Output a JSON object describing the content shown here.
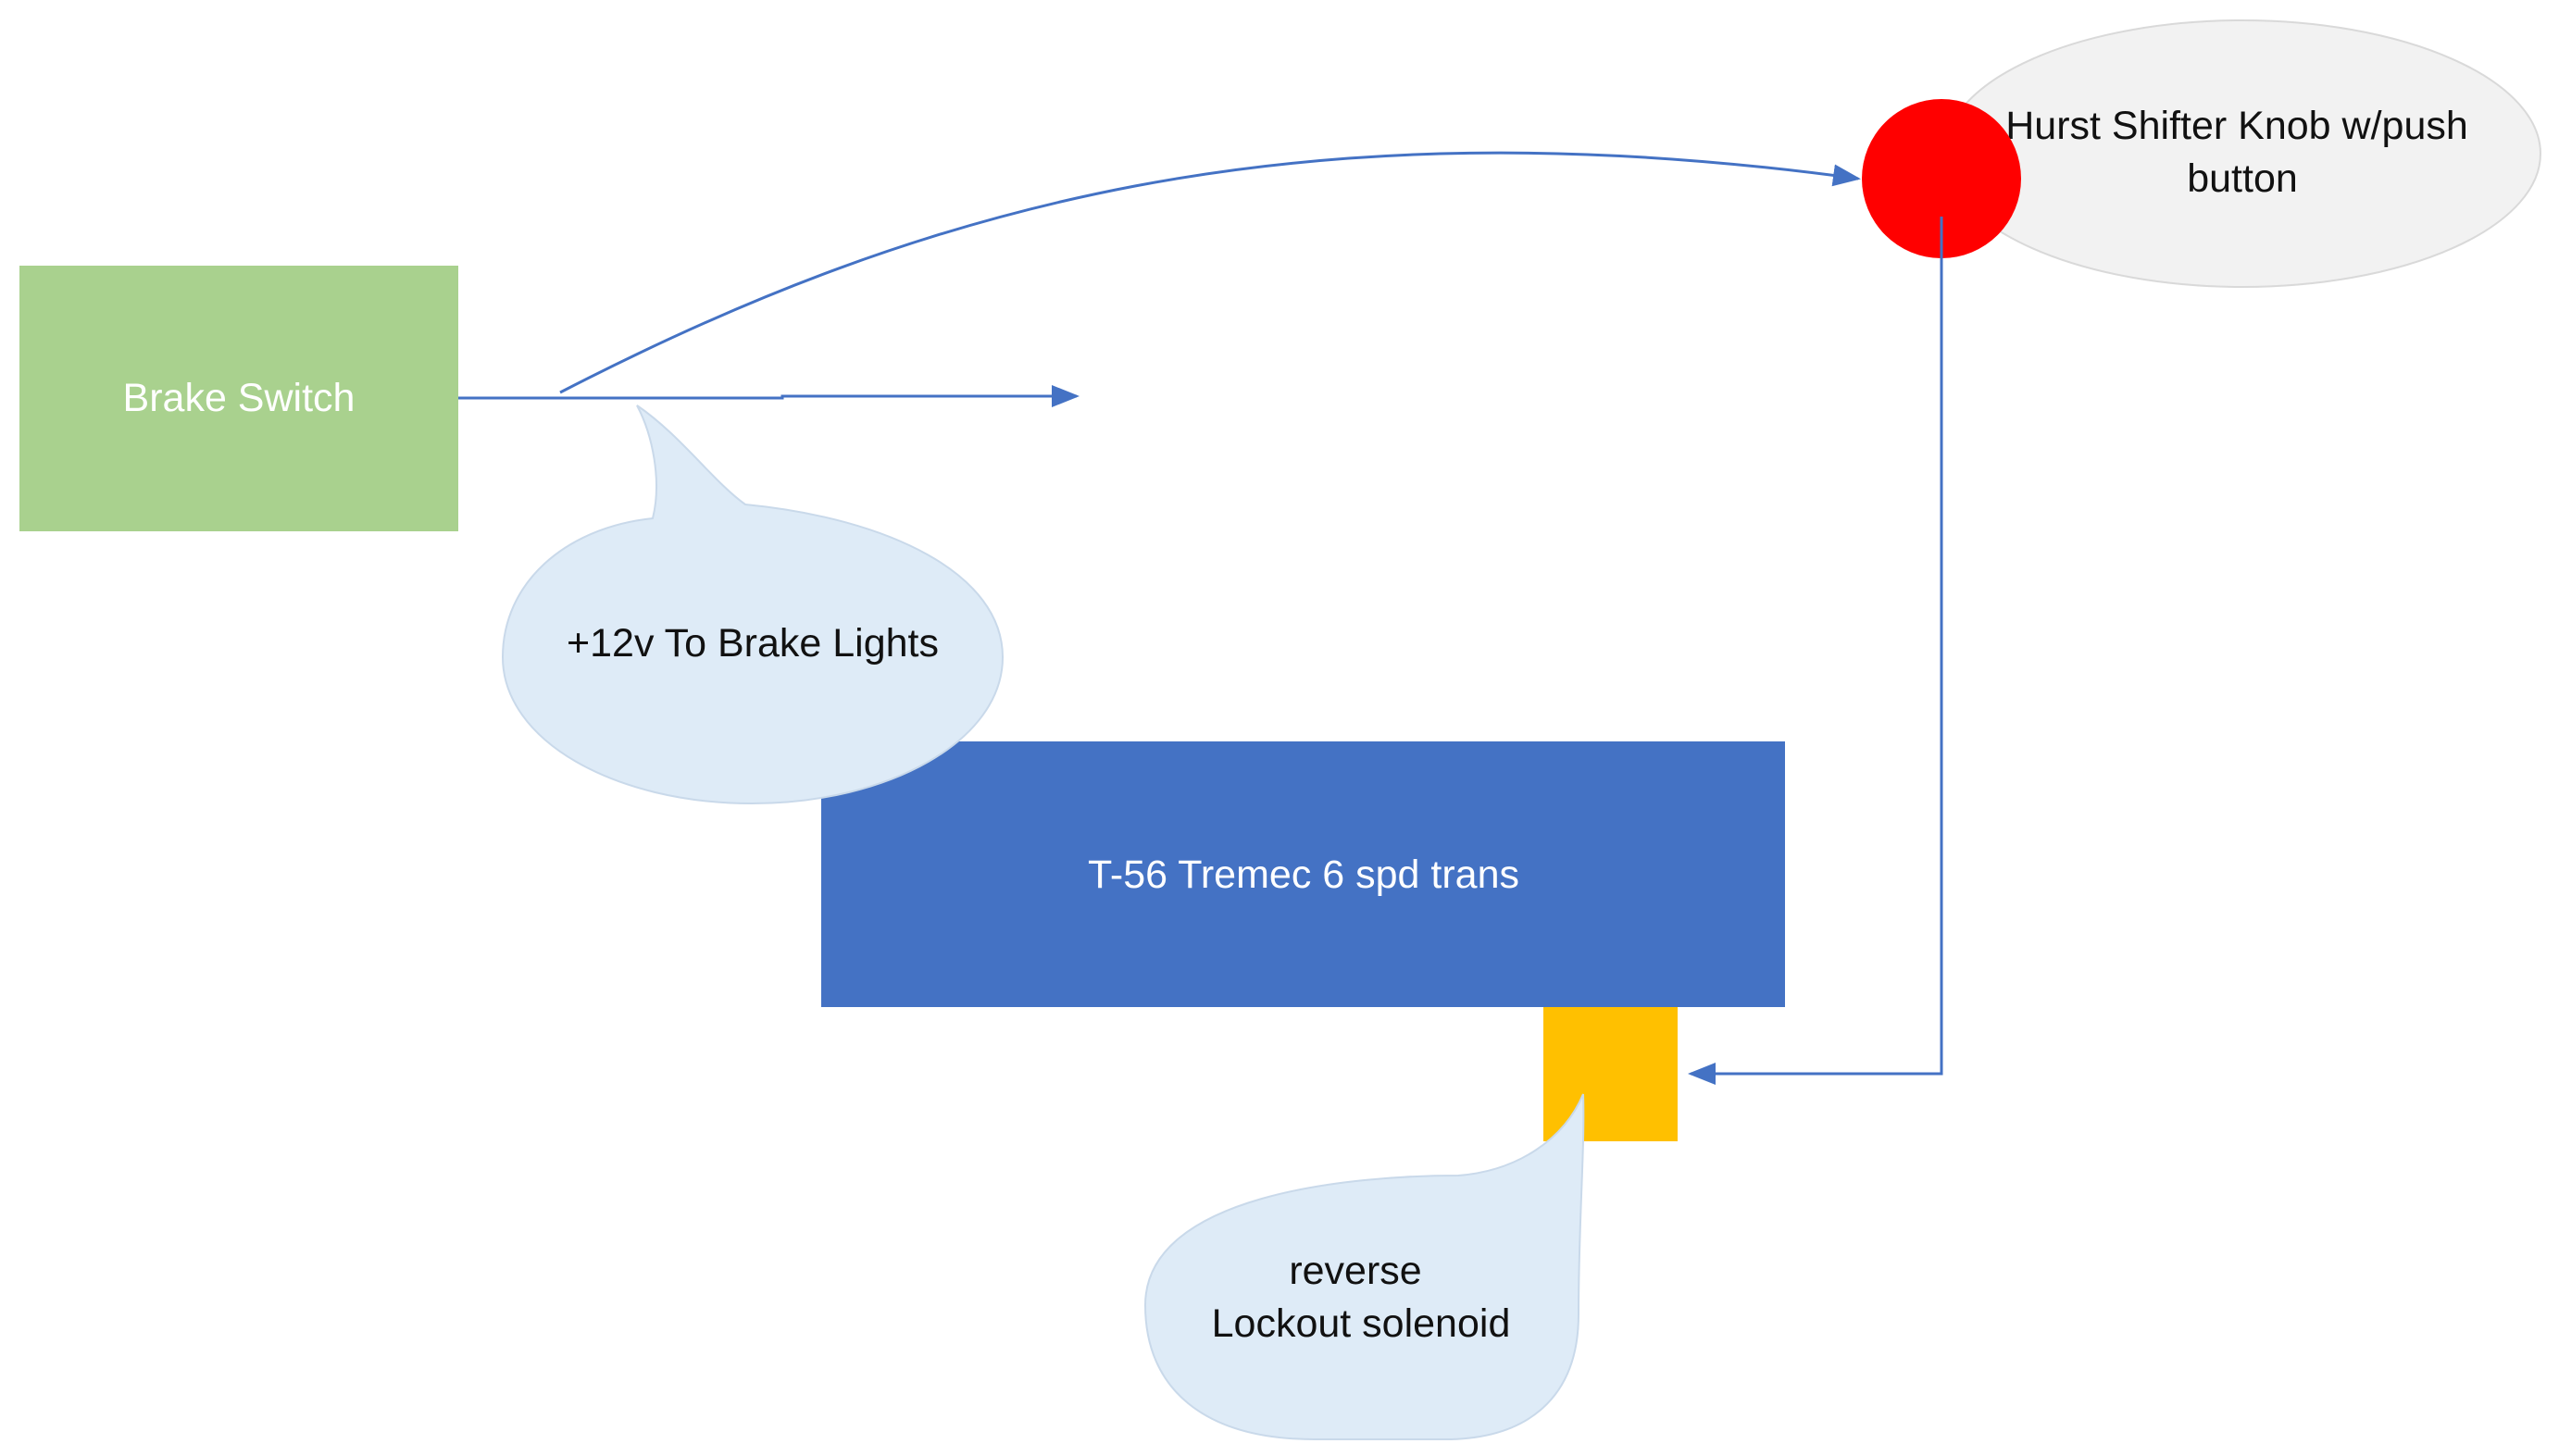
{
  "diagram": {
    "nodes": {
      "brake_switch": {
        "label": "Brake Switch",
        "fill": "#A9D18E"
      },
      "transmission": {
        "label": "T-56 Tremec 6 spd trans",
        "fill": "#4472C4"
      },
      "solenoid_block": {
        "fill": "#FFC000"
      },
      "shifter_button": {
        "fill": "#FF0000"
      },
      "shifter_callout": {
        "line1": "Hurst Shifter Knob w/push",
        "line2": "button",
        "fill": "#F2F2F2"
      },
      "brake_lights_callout": {
        "label": "+12v To Brake Lights",
        "fill": "#DEEBF7"
      },
      "solenoid_callout": {
        "line1": "reverse",
        "line2": "Lockout solenoid",
        "fill": "#DEEBF7"
      }
    },
    "connector_color": "#4472C4"
  }
}
